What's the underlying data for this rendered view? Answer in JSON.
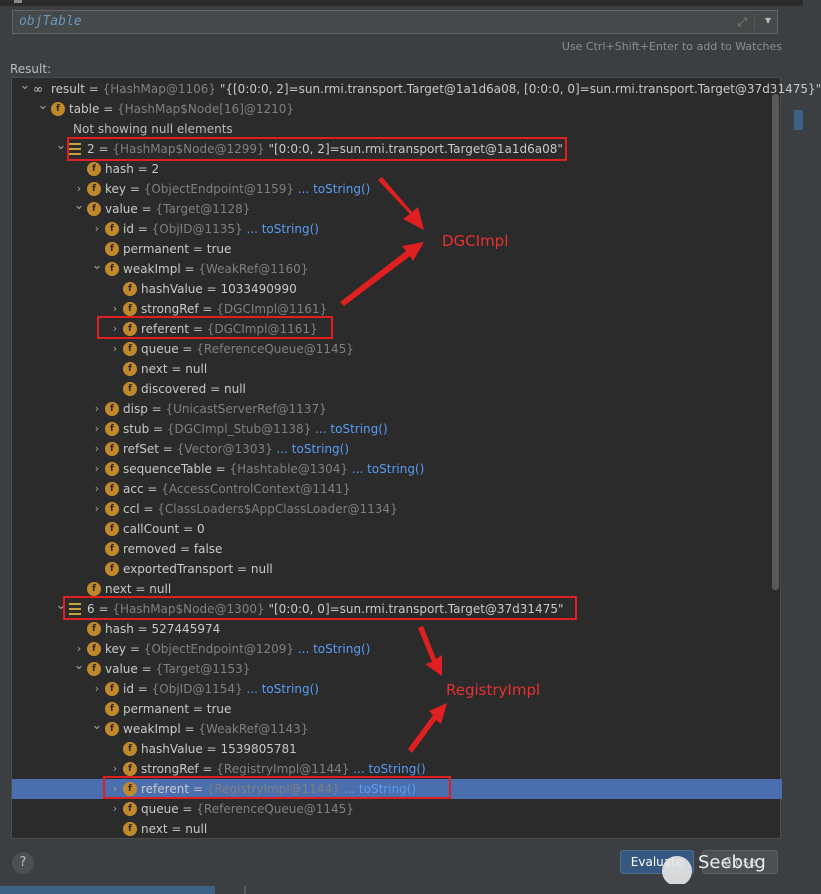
{
  "expression": {
    "value": "objTable",
    "expand_icon": "expand-diagonal-icon",
    "dropdown_icon": "chevron-down-icon"
  },
  "hint": "Use Ctrl+Shift+Enter to add to Watches",
  "result_label": "Result:",
  "tree": [
    {
      "name": "result",
      "type": "{HashMap@1106}",
      "value": "\"{[0:0:0, 2]=sun.rmi.transport.Target@1a1d6a08, [0:0:0, 0]=sun.rmi.transport.Target@37d31475}\"",
      "link": "",
      "icon": "watch",
      "arrow": "down"
    },
    {
      "name": "table",
      "type": "{HashMap$Node[16]@1210}",
      "value": "",
      "link": "",
      "icon": "field",
      "arrow": "down"
    },
    {
      "name": "",
      "type": "",
      "value": "Not showing null elements",
      "link": "",
      "icon": "none",
      "arrow": "none"
    },
    {
      "name": "2",
      "type": "{HashMap$Node@1299}",
      "value": "\"[0:0:0, 2]=sun.rmi.transport.Target@1a1d6a08\"",
      "link": "",
      "icon": "array",
      "arrow": "down"
    },
    {
      "name": "hash",
      "type": "",
      "value": "2",
      "link": "",
      "icon": "field",
      "arrow": "none"
    },
    {
      "name": "key",
      "type": "{ObjectEndpoint@1159}",
      "value": "",
      "link": "... toString()",
      "icon": "field",
      "arrow": "right"
    },
    {
      "name": "value",
      "type": "{Target@1128}",
      "value": "",
      "link": "",
      "icon": "field",
      "arrow": "down"
    },
    {
      "name": "id",
      "type": "{ObjID@1135}",
      "value": "",
      "link": "... toString()",
      "icon": "field",
      "arrow": "right"
    },
    {
      "name": "permanent",
      "type": "",
      "value": "true",
      "link": "",
      "icon": "field",
      "arrow": "none"
    },
    {
      "name": "weakImpl",
      "type": "{WeakRef@1160}",
      "value": "",
      "link": "",
      "icon": "field",
      "arrow": "down"
    },
    {
      "name": "hashValue",
      "type": "",
      "value": "1033490990",
      "link": "",
      "icon": "field",
      "arrow": "none"
    },
    {
      "name": "strongRef",
      "type": "{DGCImpl@1161}",
      "value": "",
      "link": "",
      "icon": "field",
      "arrow": "right"
    },
    {
      "name": "referent",
      "type": "{DGCImpl@1161}",
      "value": "",
      "link": "",
      "icon": "field",
      "arrow": "right"
    },
    {
      "name": "queue",
      "type": "{ReferenceQueue@1145}",
      "value": "",
      "link": "",
      "icon": "field",
      "arrow": "right"
    },
    {
      "name": "next",
      "type": "",
      "value": "null",
      "link": "",
      "icon": "field",
      "arrow": "none"
    },
    {
      "name": "discovered",
      "type": "",
      "value": "null",
      "link": "",
      "icon": "field",
      "arrow": "none"
    },
    {
      "name": "disp",
      "type": "{UnicastServerRef@1137}",
      "value": "",
      "link": "",
      "icon": "field",
      "arrow": "right"
    },
    {
      "name": "stub",
      "type": "{DGCImpl_Stub@1138}",
      "value": "",
      "link": "... toString()",
      "icon": "field",
      "arrow": "right"
    },
    {
      "name": "refSet",
      "type": "{Vector@1303}",
      "value": "",
      "link": "... toString()",
      "icon": "field",
      "arrow": "right"
    },
    {
      "name": "sequenceTable",
      "type": "{Hashtable@1304}",
      "value": "",
      "link": "... toString()",
      "icon": "field",
      "arrow": "right"
    },
    {
      "name": "acc",
      "type": "{AccessControlContext@1141}",
      "value": "",
      "link": "",
      "icon": "field",
      "arrow": "right"
    },
    {
      "name": "ccl",
      "type": "{ClassLoaders$AppClassLoader@1134}",
      "value": "",
      "link": "",
      "icon": "field",
      "arrow": "right"
    },
    {
      "name": "callCount",
      "type": "",
      "value": "0",
      "link": "",
      "icon": "field",
      "arrow": "none"
    },
    {
      "name": "removed",
      "type": "",
      "value": "false",
      "link": "",
      "icon": "field",
      "arrow": "none"
    },
    {
      "name": "exportedTransport",
      "type": "",
      "value": "null",
      "link": "",
      "icon": "field",
      "arrow": "none"
    },
    {
      "name": "next",
      "type": "",
      "value": "null",
      "link": "",
      "icon": "field",
      "arrow": "none"
    },
    {
      "name": "6",
      "type": "{HashMap$Node@1300}",
      "value": "\"[0:0:0, 0]=sun.rmi.transport.Target@37d31475\"",
      "link": "",
      "icon": "array",
      "arrow": "down"
    },
    {
      "name": "hash",
      "type": "",
      "value": "527445974",
      "link": "",
      "icon": "field",
      "arrow": "none"
    },
    {
      "name": "key",
      "type": "{ObjectEndpoint@1209}",
      "value": "",
      "link": "... toString()",
      "icon": "field",
      "arrow": "right"
    },
    {
      "name": "value",
      "type": "{Target@1153}",
      "value": "",
      "link": "",
      "icon": "field",
      "arrow": "down"
    },
    {
      "name": "id",
      "type": "{ObjID@1154}",
      "value": "",
      "link": "... toString()",
      "icon": "field",
      "arrow": "right"
    },
    {
      "name": "permanent",
      "type": "",
      "value": "true",
      "link": "",
      "icon": "field",
      "arrow": "none"
    },
    {
      "name": "weakImpl",
      "type": "{WeakRef@1143}",
      "value": "",
      "link": "",
      "icon": "field",
      "arrow": "down"
    },
    {
      "name": "hashValue",
      "type": "",
      "value": "1539805781",
      "link": "",
      "icon": "field",
      "arrow": "none"
    },
    {
      "name": "strongRef",
      "type": "{RegistryImpl@1144}",
      "value": "",
      "link": "... toString()",
      "icon": "field",
      "arrow": "right"
    },
    {
      "name": "referent",
      "type": "{RegistryImpl@1144}",
      "value": "",
      "link": "... toString()",
      "icon": "field",
      "arrow": "right",
      "selected": true
    },
    {
      "name": "queue",
      "type": "{ReferenceQueue@1145}",
      "value": "",
      "link": "",
      "icon": "field",
      "arrow": "right"
    },
    {
      "name": "next",
      "type": "",
      "value": "null",
      "link": "",
      "icon": "field",
      "arrow": "none"
    }
  ],
  "annotations": {
    "dgc": "DGCImpl",
    "registry": "RegistryImpl",
    "color": "#e02020"
  },
  "buttons": {
    "evaluate": "Evaluate",
    "close": "Close",
    "help": "?"
  },
  "watermark": "Seebug"
}
